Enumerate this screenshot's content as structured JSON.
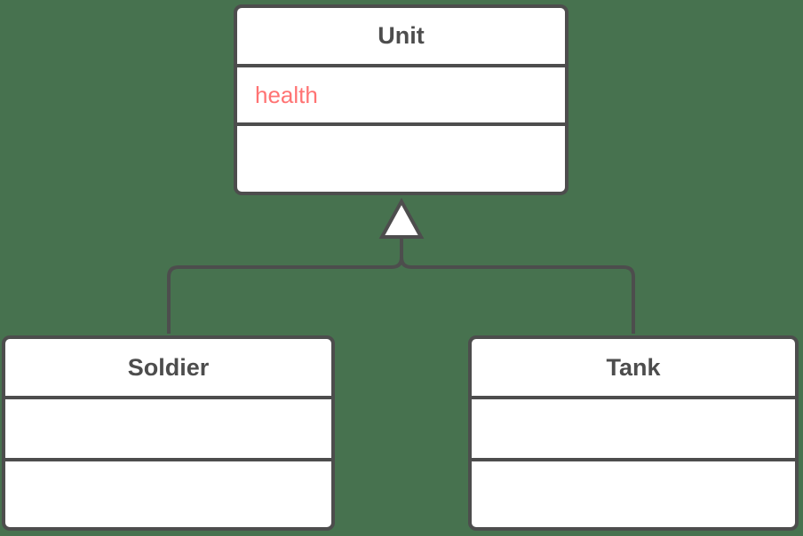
{
  "diagram_type": "uml-class-diagram",
  "colors": {
    "background": "#47724F",
    "line": "#4D4D4D",
    "shape_fill": "#FFFFFF",
    "attribute_text": "#FF7373",
    "title_text": "#4D4D4D"
  },
  "classes": [
    {
      "id": "unit",
      "name": "Unit",
      "attributes": [
        "health"
      ],
      "methods": []
    },
    {
      "id": "soldier",
      "name": "Soldier",
      "attributes": [],
      "methods": []
    },
    {
      "id": "tank",
      "name": "Tank",
      "attributes": [],
      "methods": []
    }
  ],
  "relations": [
    {
      "type": "inheritance",
      "from": "Soldier",
      "to": "Unit"
    },
    {
      "type": "inheritance",
      "from": "Tank",
      "to": "Unit"
    }
  ]
}
